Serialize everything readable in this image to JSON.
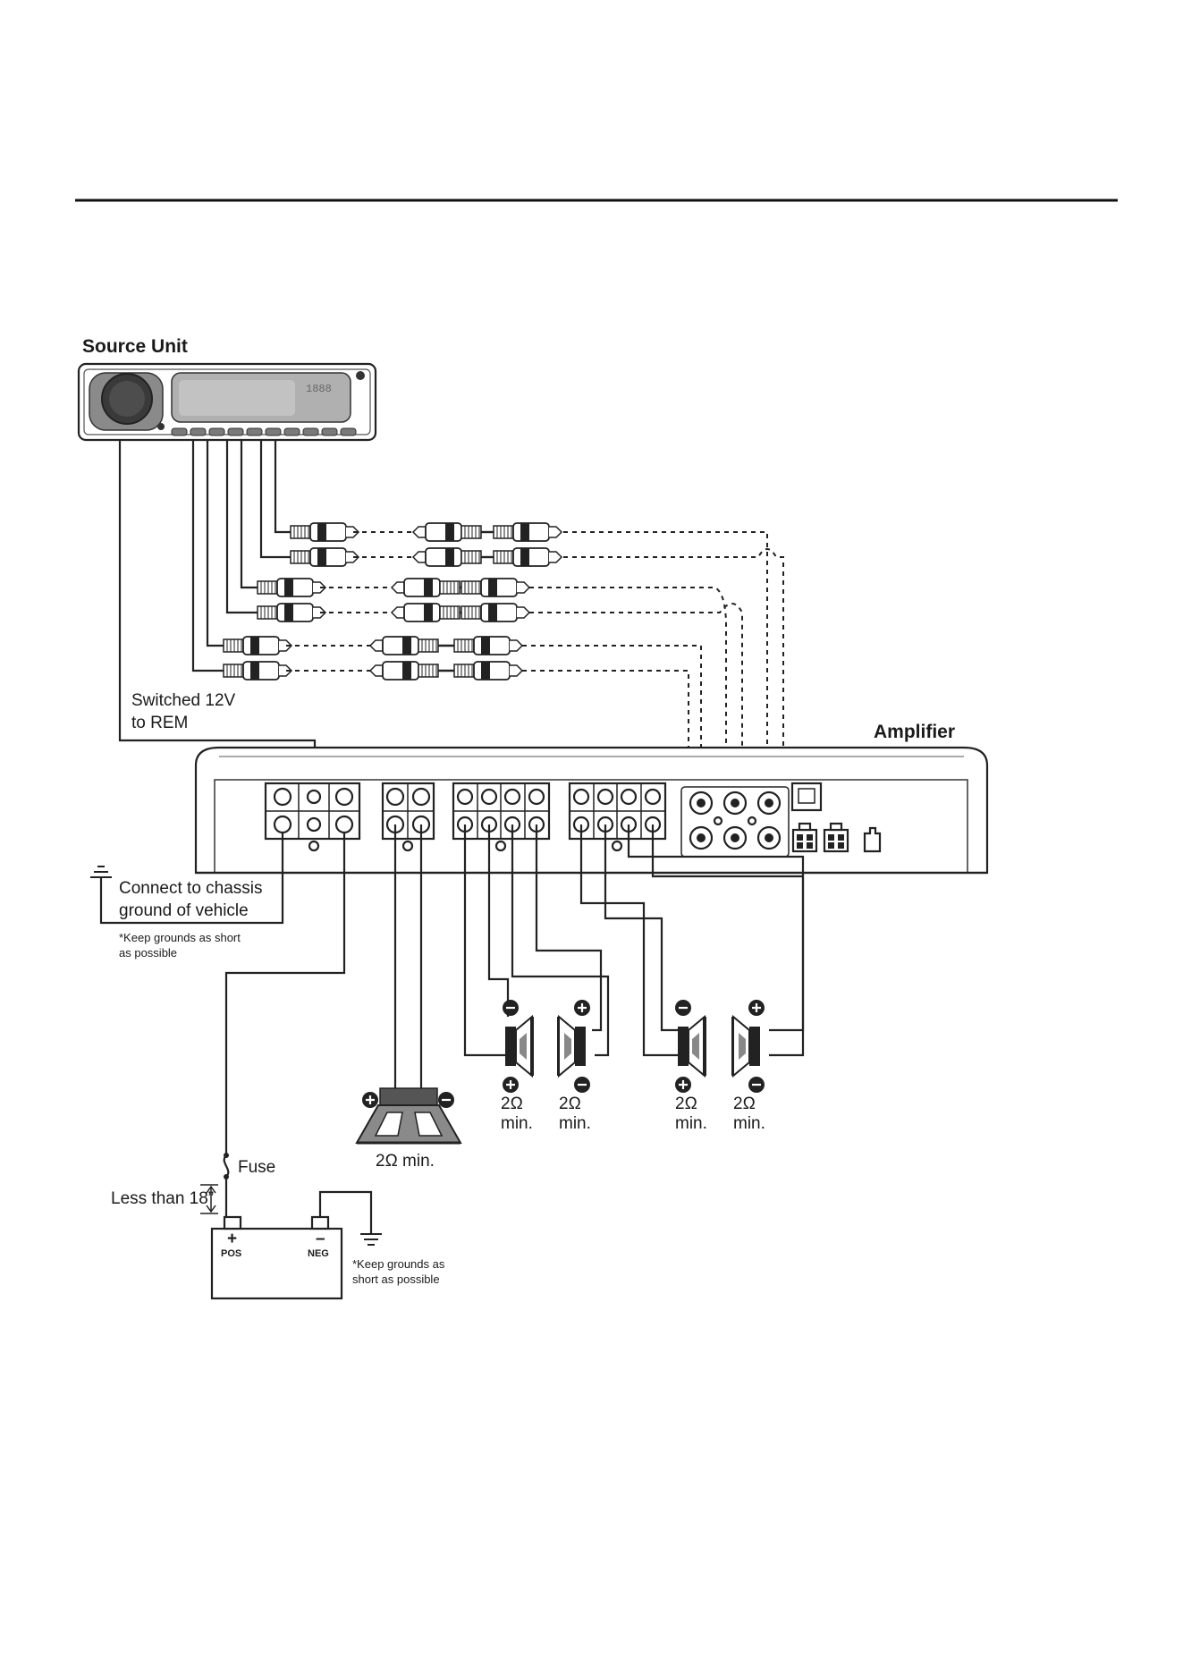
{
  "labels": {
    "source_unit": "Source Unit",
    "amplifier": "Amplifier",
    "remote": [
      "Switched 12V",
      "to REM"
    ],
    "chassis": [
      "Connect to chassis",
      "ground of vehicle"
    ],
    "ground_note_1": [
      "*Keep grounds as short",
      "as possible"
    ],
    "fuse": "Fuse",
    "distance": "Less than 18”",
    "battery_pos_sign": "+",
    "battery_pos": "POS",
    "battery_neg_sign": "–",
    "battery_neg": "NEG",
    "ground_note_2": [
      "*Keep grounds as",
      "short as possible"
    ],
    "sub_impedance": "2Ω min.",
    "speakers": [
      {
        "ohm": "2Ω",
        "min": "min."
      },
      {
        "ohm": "2Ω",
        "min": "min."
      },
      {
        "ohm": "2Ω",
        "min": "min."
      },
      {
        "ohm": "2Ω",
        "min": "min."
      }
    ],
    "head_unit_display": "1888"
  }
}
